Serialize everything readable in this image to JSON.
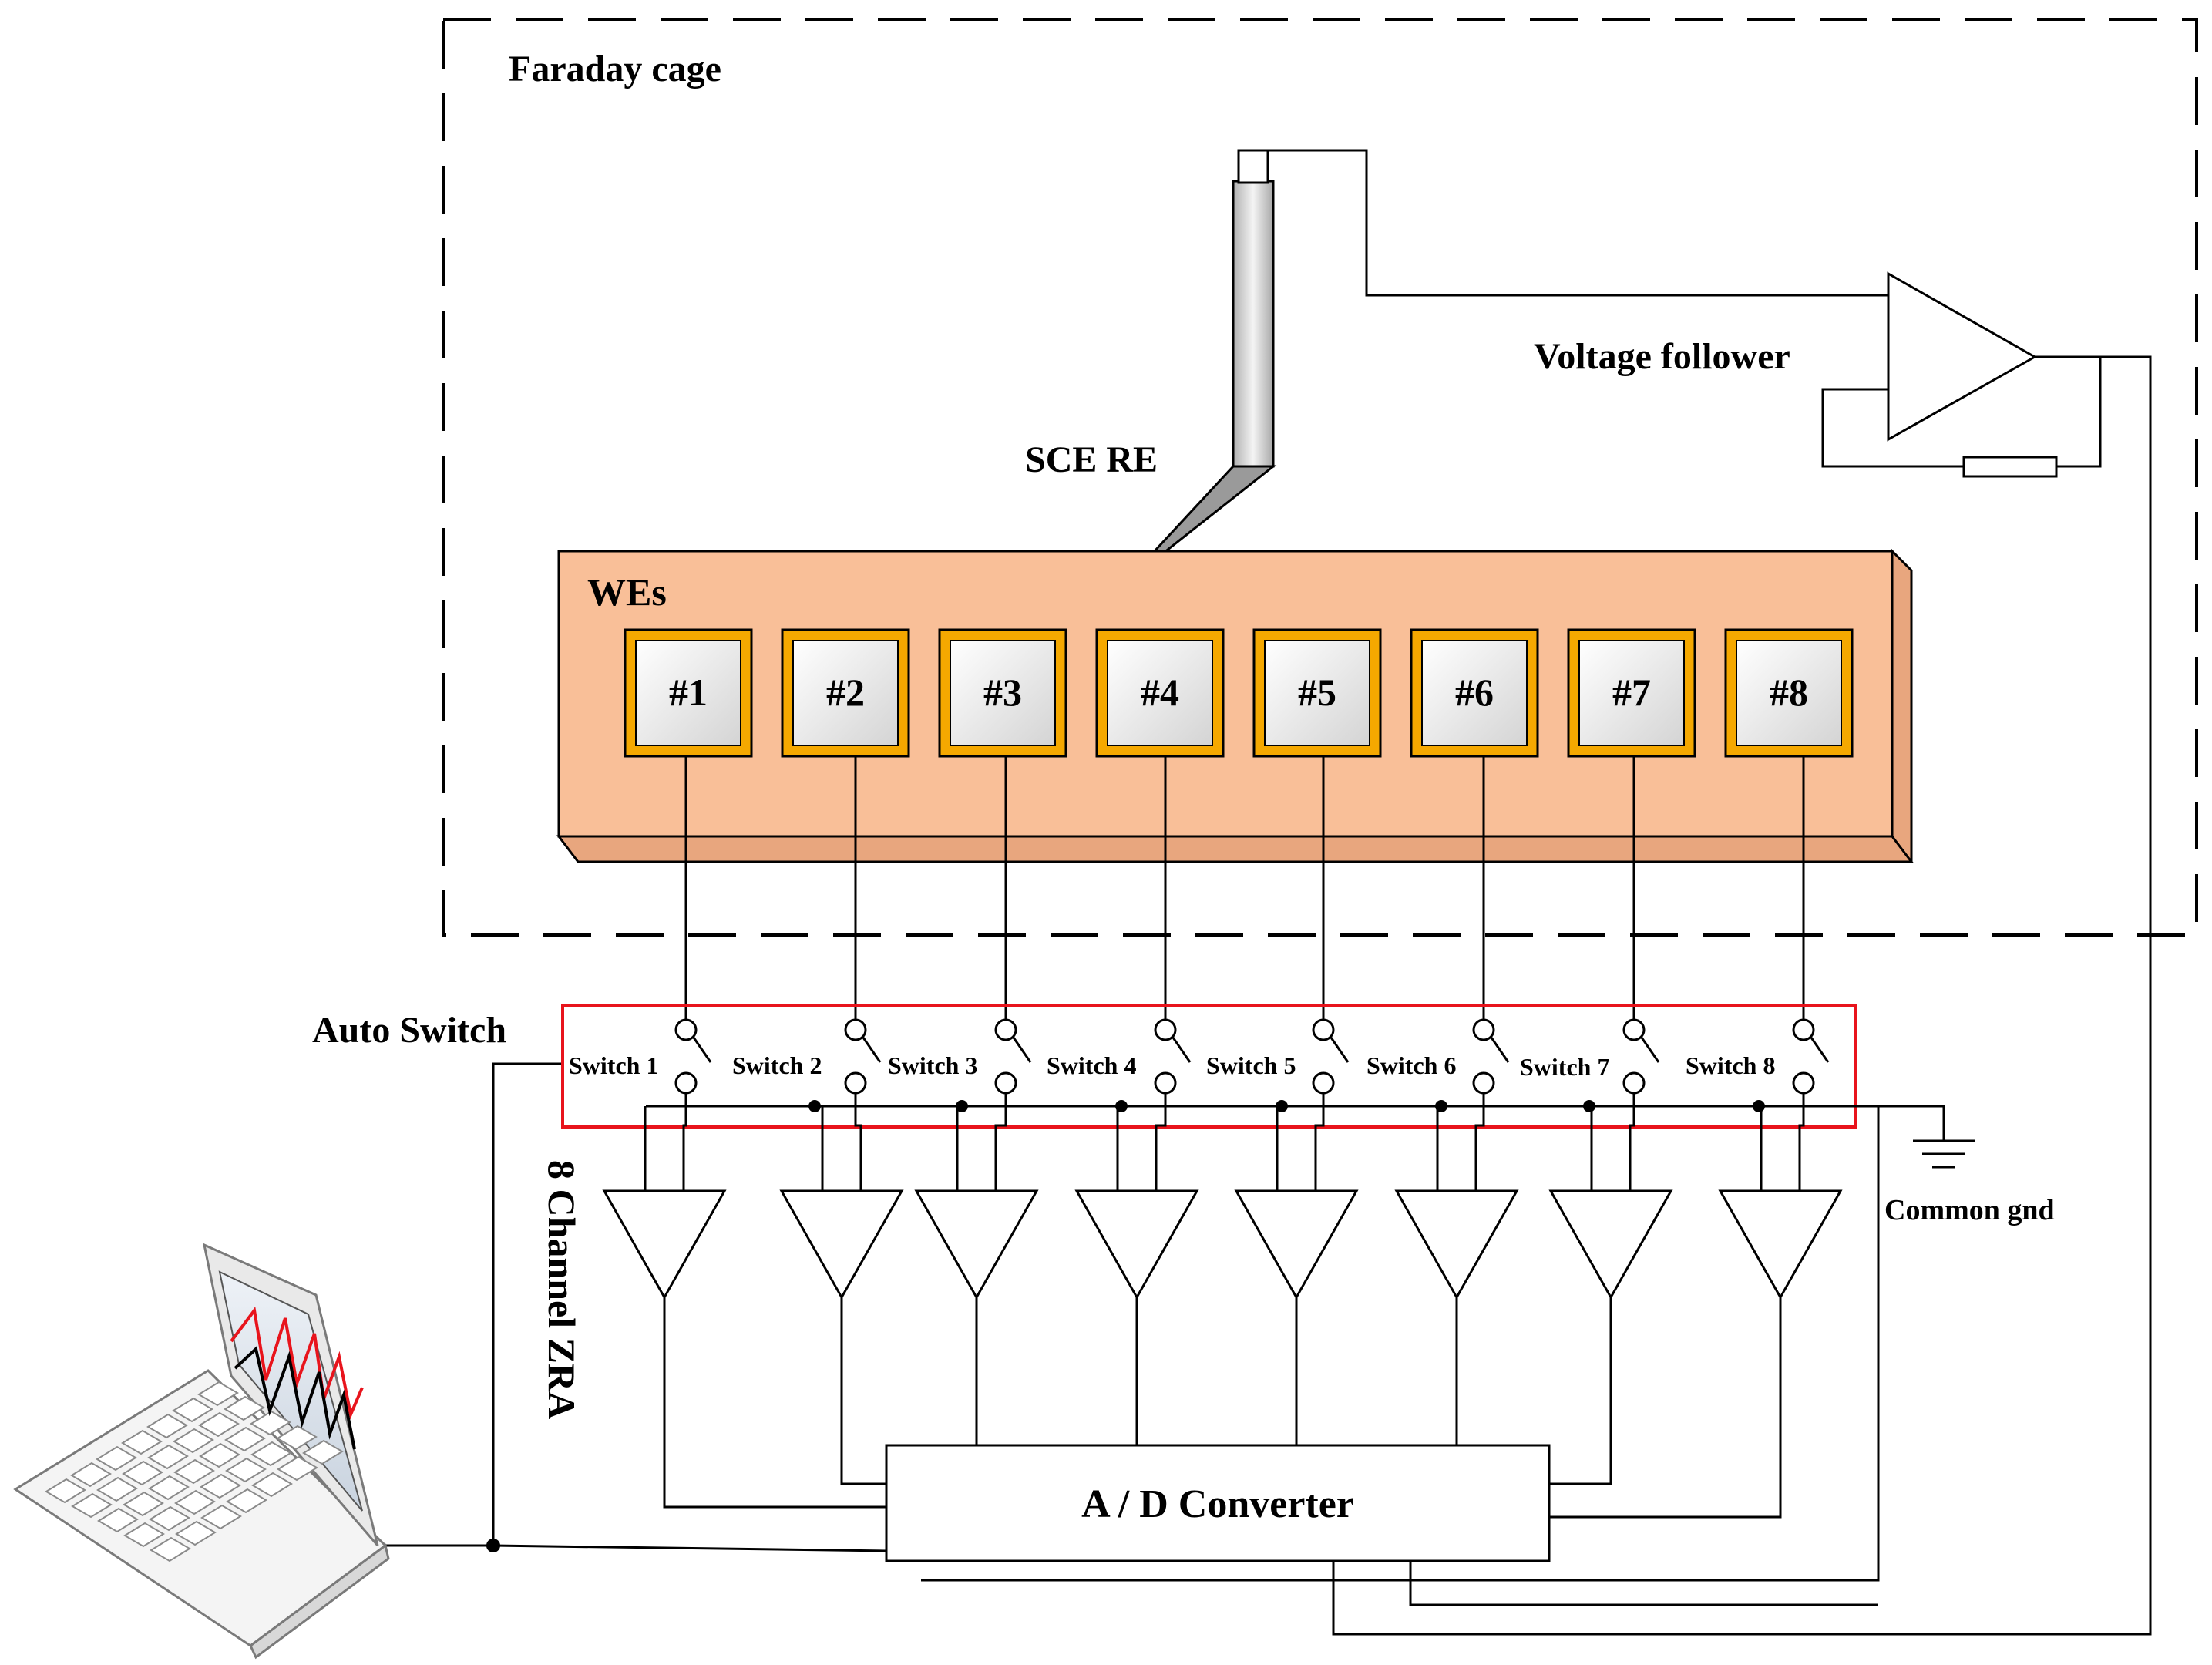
{
  "labels": {
    "faraday_cage": "Faraday cage",
    "voltage_follower": "Voltage follower",
    "sce_re": "SCE RE",
    "wes": "WEs",
    "auto_switch": "Auto Switch",
    "channel_zra": "8 Channel ZRA",
    "common_gnd": "Common gnd",
    "ad_converter": "A / D Converter"
  },
  "electrodes": [
    "#1",
    "#2",
    "#3",
    "#4",
    "#5",
    "#6",
    "#7",
    "#8"
  ],
  "switches": [
    "Switch 1",
    "Switch 2",
    "Switch 3",
    "Switch 4",
    "Switch 5",
    "Switch 6",
    "Switch 7",
    "Switch 8"
  ],
  "colors": {
    "we_block": "#f9bf98",
    "electrode_frame": "#f5a800",
    "auto_switch_border": "#e8141c",
    "trace_red": "#e8141c",
    "trace_black": "#000000",
    "screen": "#d8e0ea"
  }
}
